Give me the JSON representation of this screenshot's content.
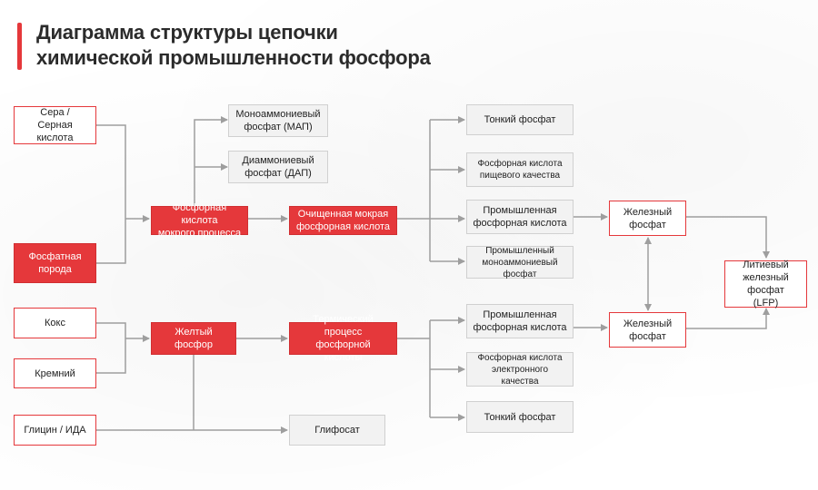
{
  "title": {
    "line1": "Диаграмма структуры цепочки",
    "line2": "химической промышленности фосфора"
  },
  "colors": {
    "accent": "#e5383b",
    "node_gray": "#f2f2f2",
    "connector": "#9e9e9e"
  },
  "nodes": {
    "sulfur": "Сера /\nСерная кислота",
    "phosphate_rock": "Фосфатная\nпорода",
    "coke": "Кокс",
    "silicon": "Кремний",
    "glycine": "Глицин / ИДА",
    "wet_acid": "Фосфорная кислота\nмокрого процесса",
    "map": "Моноаммониевый\nфосфат (МАП)",
    "dap": "Диаммониевый\nфосфат (ДАП)",
    "purified_acid": "Очищенная мокрая\nфосфорная кислота",
    "yellow_p": "Желтый\nфосфор",
    "thermal_acid": "Термический процесс\nфосфорной кислоты",
    "glyphosate": "Глифосат",
    "fine_phosphate_1": "Тонкий фосфат",
    "food_acid": "Фосфорная кислота\nпищевого качества",
    "industrial_acid_1": "Промышленная\nфосфорная кислота",
    "industrial_map": "Промышленный\nмоноаммониевый фосфат",
    "industrial_acid_2": "Промышленная\nфосфорная кислота",
    "electronic_acid": "Фосфорная кислота\nэлектронного качества",
    "fine_phosphate_2": "Тонкий фосфат",
    "iron_phosphate_1": "Железный\nфосфат",
    "iron_phosphate_2": "Железный\nфосфат",
    "lfp": "Литиевый\nжелезный фосфат\n(LFP)"
  }
}
